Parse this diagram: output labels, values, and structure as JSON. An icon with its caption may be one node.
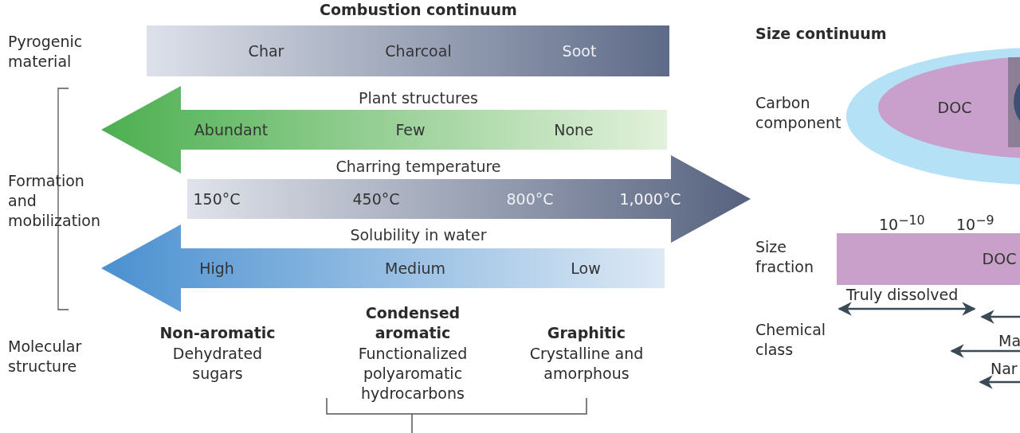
{
  "diagram": {
    "nodes": [
      {
        "text": [
          "Char",
          "Charcoal",
          "Soot"
        ]
      },
      {
        "text": [
          "Plant structures",
          "Abundant",
          "Few",
          "None"
        ]
      },
      {
        "text": [
          "Charring temperature",
          "150°C",
          "450°C",
          "800°C",
          "1,000°C"
        ]
      },
      {
        "text": [
          "Solubility in water",
          "High",
          "Medium",
          "Low"
        ]
      },
      {
        "text": [],
        "shape": "ellipse"
      },
      {
        "text": [
          "DOC"
        ],
        "in": 4
      },
      {
        "text": [],
        "shape": "box",
        "in": 5
      },
      {
        "text": [],
        "shape": "circle",
        "in": 6
      },
      {
        "text": [
          "DOC"
        ]
      }
    ],
    "edges": [],
    "labels": [
      "Combustion continuum",
      "Pyrogenic material",
      "Size continuum",
      "Carbon component",
      "Formation and mobilization",
      "10$^{−10}$",
      "10$^{−9}$",
      "Size fraction",
      "Truly dissolved",
      "Chemical class",
      "Ma",
      "Molecular structure",
      "Non-aromatic",
      "Dehydrated sugars",
      "Condensed aromatic",
      "Functionalized polyaromatic hydrocarbons",
      "Graphitic",
      "Crystalline and amorphous",
      "Nar"
    ]
  }
}
